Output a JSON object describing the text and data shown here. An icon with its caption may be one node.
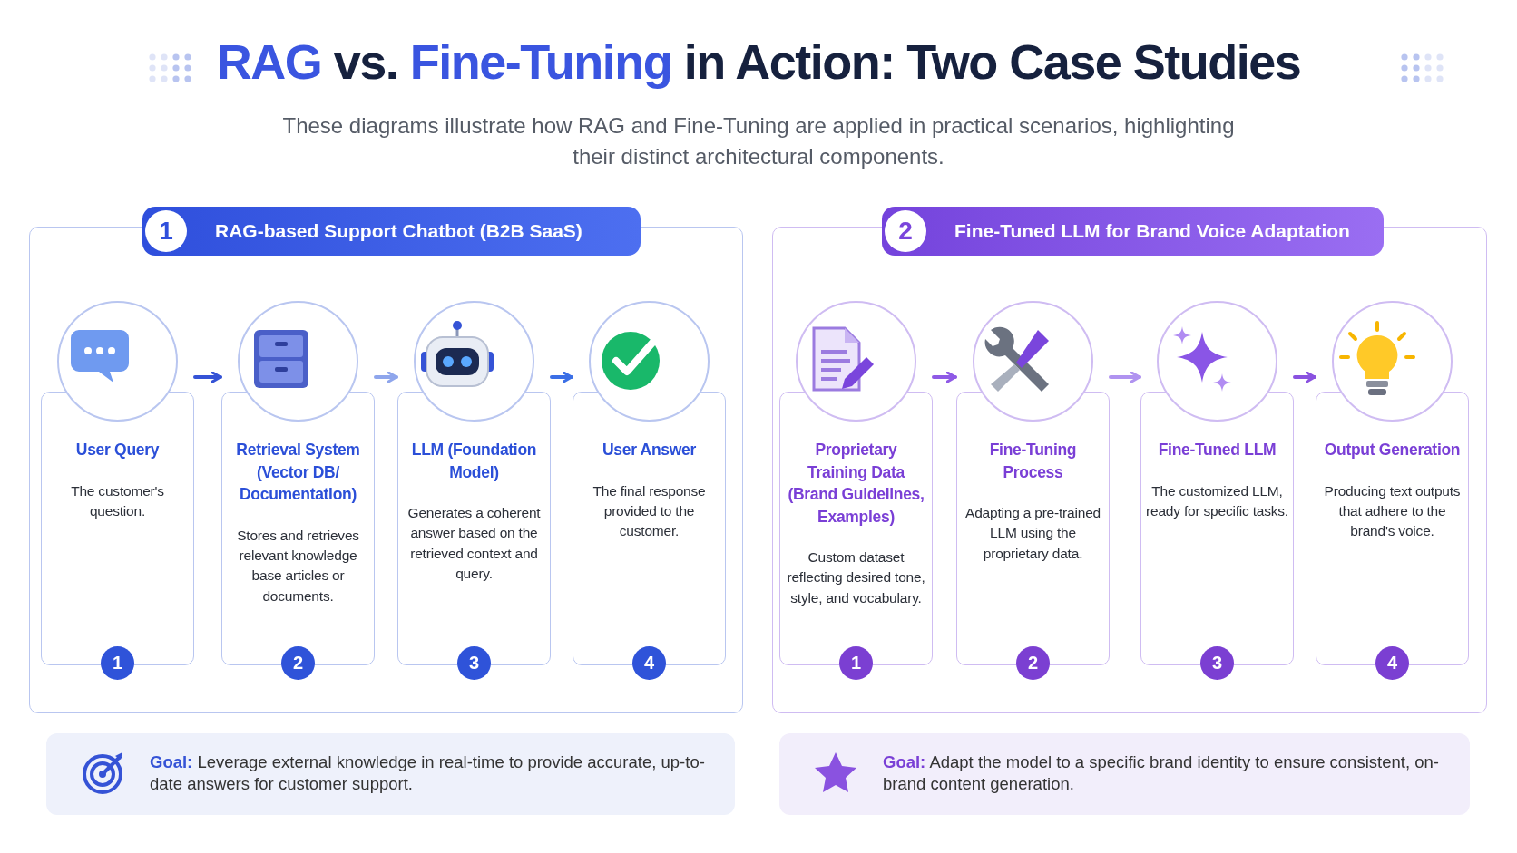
{
  "diagram": {
    "title": "**RAG** vs. **Fine-Tuning** in Action: Two Case Studies",
    "nodes": [
      {
        "text": [
          "1",
          "RAG-based Support Chatbot (B2B SaaS)"
        ]
      },
      {
        "text": [
          "User Query",
          "The customer's question.",
          "1"
        ],
        "in": 0
      },
      {
        "text": [
          "Retrieval System (Vector DB/ Documentation)",
          "Stores and retrieves relevant knowledge base articles or documents.",
          "2"
        ],
        "in": 0
      },
      {
        "text": [
          "LLM (Foundation Model)",
          "Generates a coherent answer based on the retrieved context and query.",
          "3"
        ],
        "in": 0
      },
      {
        "text": [
          "User Answer",
          "The final response provided to the customer.",
          "4"
        ],
        "in": 0
      },
      {
        "text": [
          "2",
          "Fine-Tuned LLM for Brand Voice Adaptation"
        ]
      },
      {
        "text": [
          "Proprietary Training Data (Brand Guidelines, Examples)",
          "Custom dataset reflecting desired tone, style, and vocabulary.",
          "1"
        ],
        "in": 5
      },
      {
        "text": [
          "Fine-Tuning Process",
          "Adapting a pre-trained LLM using the proprietary data.",
          "2"
        ],
        "in": 5
      },
      {
        "text": [
          "Fine-Tuned LLM",
          "The customized LLM, ready for specific tasks.",
          "3"
        ],
        "in": 5
      },
      {
        "text": [
          "Output Generation",
          "Producing text outputs that adhere to the brand's voice.",
          "4"
        ],
        "in": 5
      },
      {
        "text": [
          "**Goal:** Leverage external knowledge in real-time to provide accurate, up-to-date answers for customer support."
        ]
      },
      {
        "text": [
          "**Goal:** Adapt the model to a specific brand identity to ensure consistent, on-brand content generation."
        ]
      }
    ],
    "edges": [
      {
        "from": 1,
        "to": 2,
        "arrow": "to",
        "color": "#3553d6"
      },
      {
        "from": 2,
        "to": 3,
        "arrow": "to",
        "color": "#8fa6ec"
      },
      {
        "from": 3,
        "to": 4,
        "arrow": "to",
        "color": "#3b6fe6"
      },
      {
        "from": 6,
        "to": 7,
        "arrow": "to",
        "color": "#8f5ae6"
      },
      {
        "from": 7,
        "to": 8,
        "arrow": "to",
        "color": "#b093f0"
      },
      {
        "from": 8,
        "to": 9,
        "arrow": "to",
        "color": "#8a52e0"
      }
    ],
    "labels": [
      "These diagrams illustrate how RAG and Fine-Tuning are applied in practical scenarios, highlighting their distinct architectural components."
    ]
  }
}
